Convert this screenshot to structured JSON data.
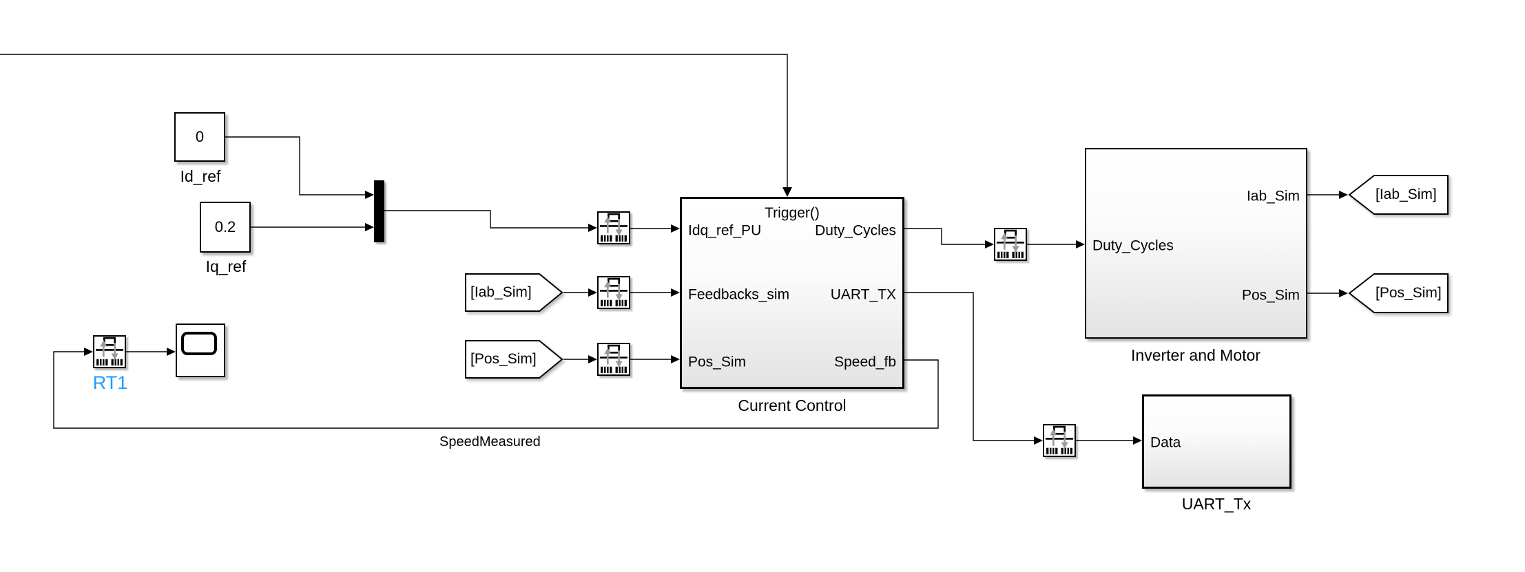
{
  "colors": {
    "background": "#ffffff",
    "line": "#000000",
    "block_fill_top": "#ffffff",
    "block_fill_bottom": "#e3e3e3",
    "rt1_label": "#1e9bff"
  },
  "blocks": {
    "id_ref": {
      "value": "0",
      "name": "Id_ref"
    },
    "iq_ref": {
      "value": "0.2",
      "name": "Iq_ref"
    },
    "current_control": {
      "name": "Current Control",
      "trigger_label": "Trigger()",
      "inputs": [
        "Idq_ref_PU",
        "Feedbacks_sim",
        "Pos_Sim"
      ],
      "outputs": [
        "Duty_Cycles",
        "UART_TX",
        "Speed_fb"
      ]
    },
    "inverter_and_motor": {
      "name": "Inverter and Motor",
      "inputs": [
        "Duty_Cycles"
      ],
      "outputs": [
        "Iab_Sim",
        "Pos_Sim"
      ]
    },
    "uart_tx": {
      "name": "UART_Tx",
      "inputs": [
        "Data"
      ]
    },
    "rt1": {
      "name": "RT1"
    }
  },
  "tags": {
    "from_iab_sim": "[Iab_Sim]",
    "from_pos_sim": "[Pos_Sim]",
    "goto_iab_sim": "[Iab_Sim]",
    "goto_pos_sim": "[Pos_Sim]"
  },
  "signal_labels": {
    "speed_measured": "SpeedMeasured"
  }
}
